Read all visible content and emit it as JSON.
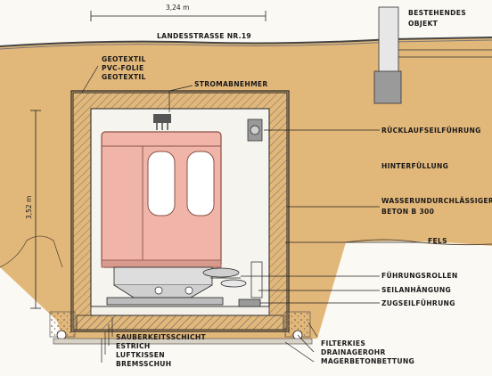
{
  "dimensions": {
    "width": "3,24 m",
    "height": "3,52 m"
  },
  "labels": {
    "road": "LANDESSTRASSE NR.19",
    "existing_building": [
      "BESTEHENDES",
      "OBJEKT"
    ],
    "membrane": [
      "GEOTEXTIL",
      "PVC-FOLIE",
      "GEOTEXTIL"
    ],
    "current_collector": "STROMABNEHMER",
    "return_cable_guide": "RÜCKLAUFSEILFÜHRUNG",
    "backfill": "HINTERFÜLLUNG",
    "concrete": [
      "WASSERUNDURCHLÄSSIGER",
      "BETON  B 300"
    ],
    "rock": "FELS",
    "guide_rollers": "FÜHRUNGSROLLEN",
    "cable_suspension": "SEILANHÄNGUNG",
    "haul_cable_guide": "ZUGSEILFÜHRUNG",
    "bottom_layers": [
      "SAUBERKEITSSCHICHT",
      "ESTRICH",
      "LUFTKISSEN",
      "BREMSSCHUH"
    ],
    "drainage_layers": [
      "FILTERKIES",
      "DRAINAGEROHR",
      "MAGERBETONBETTUNG"
    ]
  },
  "colors": {
    "soil": "#e2b77a",
    "concrete": "#f4f1ea",
    "car": "#f0b4a8",
    "car_stroke": "#8a5148",
    "line": "#222222"
  }
}
